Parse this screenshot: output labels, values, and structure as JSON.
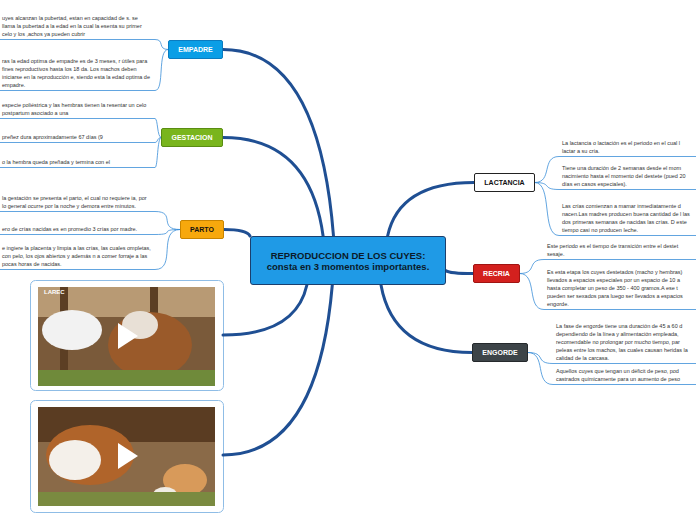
{
  "diagram": {
    "nodes": [
      {
        "text": [
          "REPRODUCCION DE LOS CUYES: consta en 3 momentos importantes."
        ]
      },
      {
        "text": [
          "EMPADRE"
        ]
      },
      {
        "text": [
          "GESTACION"
        ]
      },
      {
        "text": [
          "PARTO"
        ]
      },
      {
        "text": [
          "LACTANCIA"
        ]
      },
      {
        "text": [
          "RECRIA"
        ]
      },
      {
        "text": [
          "ENGORDE"
        ]
      }
    ],
    "edges": [
      {
        "from": 0,
        "to": 1,
        "arrow": "none"
      },
      {
        "from": 0,
        "to": 2,
        "arrow": "none"
      },
      {
        "from": 0,
        "to": 3,
        "arrow": "none"
      },
      {
        "from": 0,
        "to": 4,
        "arrow": "none"
      },
      {
        "from": 0,
        "to": 5,
        "arrow": "none"
      },
      {
        "from": 0,
        "to": 6,
        "arrow": "none"
      }
    ],
    "labels": [
      "uyes alcanzan la pubertad, estan en capacidad de s. se llama la pubertad a la edad en la cual la esenta su primer celo y los ,achos ya pueden cubrir",
      "ras la edad optima de empadre es de 3 meses, r útiles para fines reproductivos hasta los 18 da. Los machos deben iniciarse en la reproducción e, siendo esta la edad optima de empadre.",
      "especie poliéstrica y las hembras tienen la resentar un celo postpartum asociado a una",
      "preñez dura aproximadamente 67 días (9",
      "o la hembra queda preñada y termina con el",
      "la gestación se presenta el parto, el cual no requiere ia, por lo general ocurre por la noche y demora entre minutos.",
      "ero de crías nacidas es en promedio 3 crías por madre.",
      "e ingiere la placenta y limpia a las crías, las cuales ompletas, con pelo, los ojos abiertos y además n a comer forraje a las pocas horas de nacidas.",
      "La lactancia o lactación es el periodo en el cual l lactar a su cría.",
      "Tiene una duración de 2 semanas desde el mom nacimiento hasta el momento del destete (pued 20 días en casos especiales).",
      "Las crías comienzan a mamar inmediatamente d nacen.Las madres producen buena cantidad de l las dos primeras semanas de nacidas las crías. D este tiempo casi no producen leche.",
      "Este periodo es el tiempo de transición entre el destet sesaje.",
      "Es esta etapa los cuyes destetados (macho y hembras) llevados a espacios especiales por un espacio de 10 a hasta completar un peso de 350 - 400 gramos.A ese t pueden ser sexados para luego ser llevados a espacios engorde.",
      "La fase de engorde tiene una duración de 45 a 60 d dependiendo de la línea y alimentación empleada, recomendable no prolongar por mucho tiempo, par peleas entre los machos, las cuales causan heridas la calidad de la carcasa.",
      "Aquellos cuyes que tengan un déficit de peso, pod castrados químicamente para un aumento de peso",
      "LAREC"
    ]
  }
}
